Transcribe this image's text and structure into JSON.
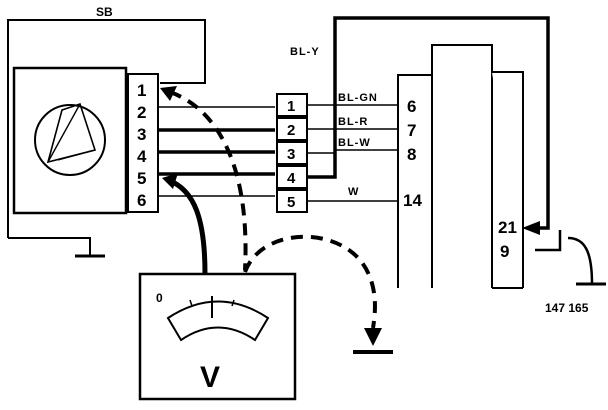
{
  "labels": {
    "sb": "SB",
    "bl_y": "BL-Y",
    "ref": "147 165",
    "meter_zero": "0",
    "meter_unit": "V"
  },
  "sensor_pins": [
    "1",
    "2",
    "3",
    "4",
    "5",
    "6"
  ],
  "connector_pins": [
    "1",
    "2",
    "3",
    "4",
    "5"
  ],
  "wire_colors": [
    "BL-GN",
    "BL-R",
    "BL-W",
    "W"
  ],
  "ecu_pins": [
    "6",
    "7",
    "8",
    "14",
    "21",
    "9"
  ]
}
